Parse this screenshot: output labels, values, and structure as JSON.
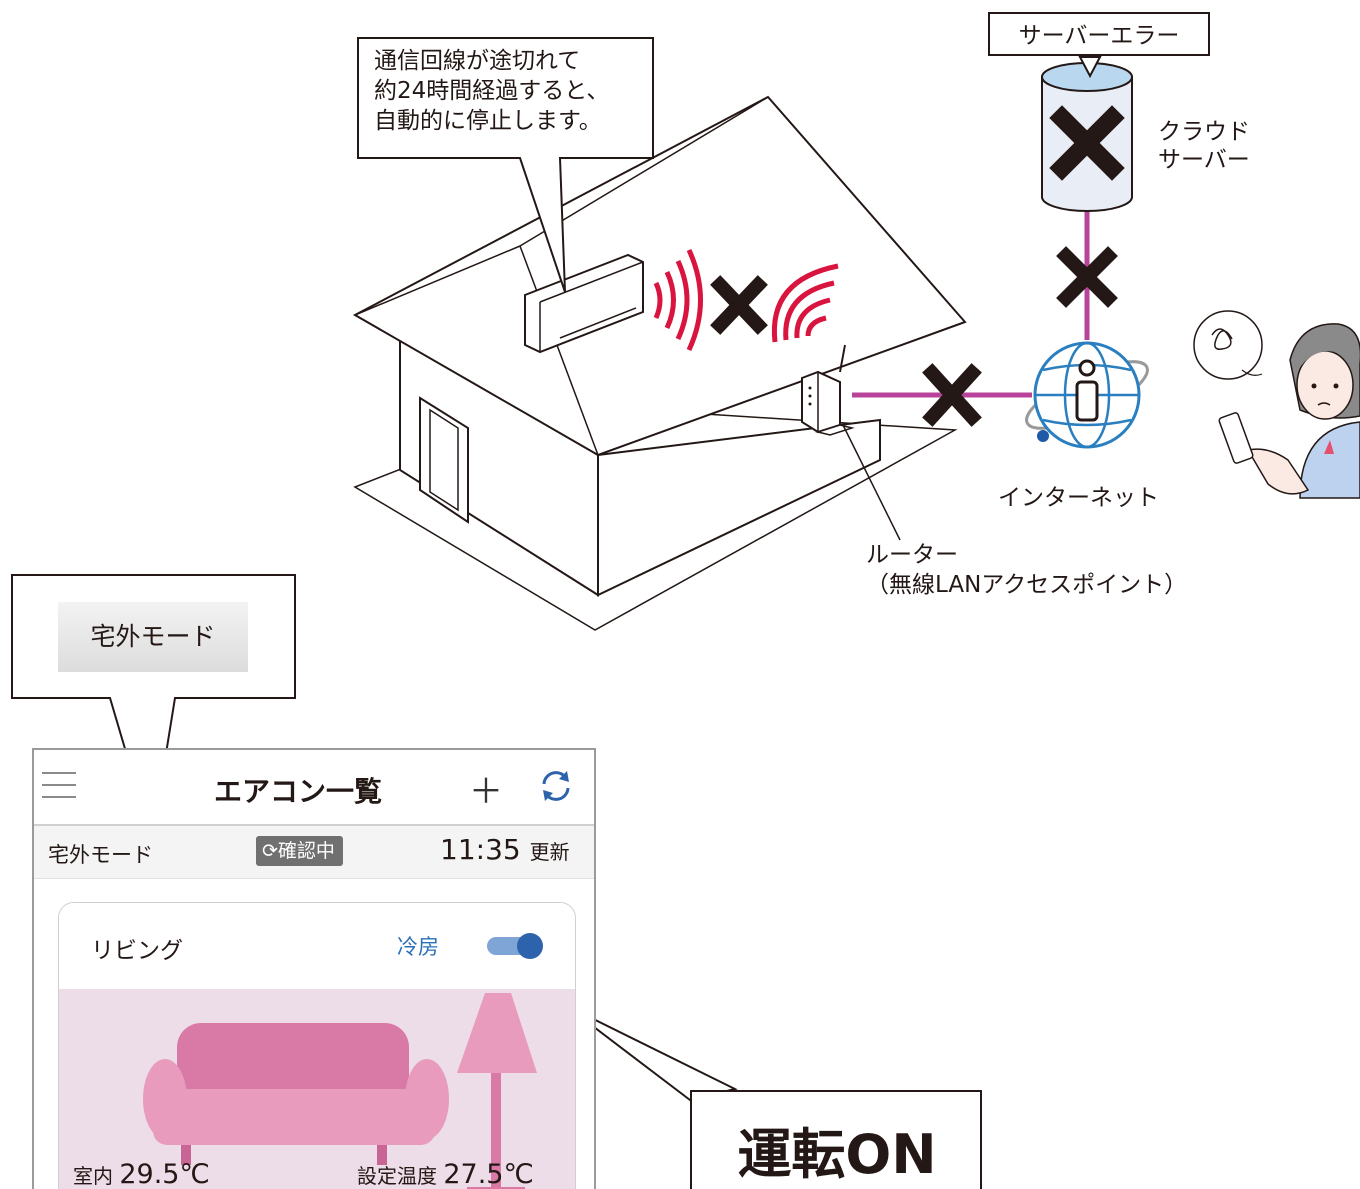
{
  "callout_top": {
    "lines": [
      "通信回線が途切れて",
      "約24時間経過すると、",
      "自動的に停止します。"
    ]
  },
  "server_error_label": "サーバーエラー",
  "cloud_label": [
    "クラウド",
    "サーバー"
  ],
  "internet_label": "インターネット",
  "router_label": [
    "ルーター",
    "（無線LANアクセスポイント）"
  ],
  "mode_chip_label": "宅外モード",
  "app": {
    "title": "エアコン一覧",
    "status": {
      "mode": "宅外モード",
      "badge": "確認中",
      "time": "11:35",
      "updated": "更新"
    },
    "card": {
      "room": "リビング",
      "mode": "冷房",
      "toggle_on": true,
      "indoor_label": "室内",
      "indoor_value": "29.5℃",
      "set_label": "設定温度",
      "set_value": "27.5℃"
    }
  },
  "operation_label": "運転ON",
  "colors": {
    "wifi_red": "#d9143f",
    "link_magenta": "#b7449a",
    "globe_blue": "#2a7fc0",
    "toggle_blue": "#2d62ad",
    "room_pink": "#eddde8",
    "sofa_pink": "#d97aa6"
  }
}
